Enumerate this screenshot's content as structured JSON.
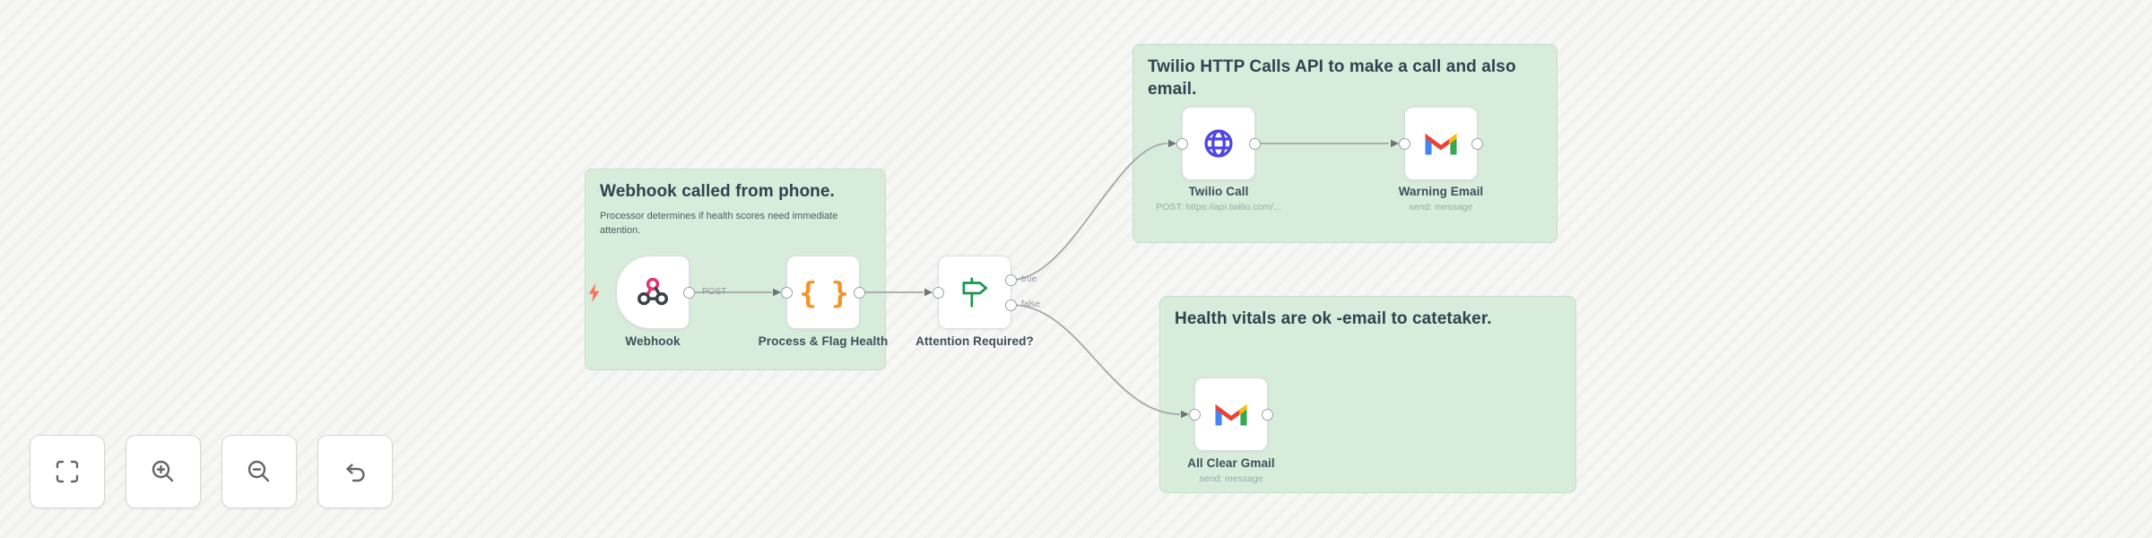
{
  "canvas": {
    "name": "workflow-canvas"
  },
  "sticky_notes": [
    {
      "title": "Webhook called from phone.",
      "description": "Processor determines if health scores need immediate attention."
    },
    {
      "title": "Twilio HTTP Calls API to make a call and also email.",
      "description": ""
    },
    {
      "title": "Health vitals are ok -email to catetaker.",
      "description": ""
    }
  ],
  "nodes": [
    {
      "label": "Webhook",
      "sublabel": "",
      "port_label": "POST",
      "icon": "webhook-icon"
    },
    {
      "label": "Process & Flag Health",
      "sublabel": "",
      "icon": "code-braces-icon"
    },
    {
      "label": "Attention Required?",
      "sublabel": "",
      "icon": "signpost-icon",
      "outputs": {
        "true_label": "true",
        "false_label": "false"
      }
    },
    {
      "label": "Twilio Call",
      "sublabel": "POST: https://api.twilio.com/...",
      "icon": "globe-icon"
    },
    {
      "label": "Warning Email",
      "sublabel": "send: message",
      "icon": "gmail-icon"
    },
    {
      "label": "All Clear Gmail",
      "sublabel": "send: message",
      "icon": "gmail-icon"
    }
  ],
  "icons": {
    "braces_glyph": "{ }"
  },
  "toolbar": {
    "buttons": [
      {
        "icon": "fit-view-icon"
      },
      {
        "icon": "zoom-in-icon"
      },
      {
        "icon": "zoom-out-icon"
      },
      {
        "icon": "undo-icon"
      }
    ]
  },
  "colors": {
    "sticky_bg": "#d8ecdc",
    "sticky_border": "#c3dfc9",
    "wire": "#a6a6a6",
    "webhook_pink": "#e4356b",
    "webhook_dark": "#3c4148",
    "braces_orange": "#f39426",
    "if_green": "#17994c",
    "globe_indigo": "#4f46e5",
    "bolt_coral": "#ff6f5e",
    "gmail_red": "#ea4335",
    "gmail_blue": "#4285f4",
    "gmail_green": "#34a853",
    "gmail_yellow": "#fbbc04"
  }
}
